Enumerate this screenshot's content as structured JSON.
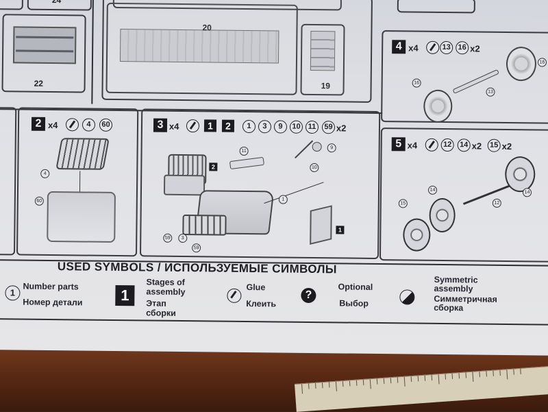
{
  "top_panels": {
    "p22": "22",
    "p20": "20",
    "p19": "19",
    "p24": "24"
  },
  "step2": {
    "badge": "2",
    "count": "x4",
    "parts": [
      "4",
      "60"
    ],
    "labels": {
      "lid": "4",
      "base": "60"
    }
  },
  "step3": {
    "badge": "3",
    "count": "x4",
    "stages": [
      "1",
      "2"
    ],
    "parts": [
      "1",
      "3",
      "9",
      "10",
      "11",
      "59"
    ],
    "mult": "x2",
    "labels": {
      "l11": "11",
      "l9": "9",
      "l10": "10",
      "l1": "1",
      "l59a": "59",
      "l3": "3",
      "l59b": "59",
      "stage2": "2",
      "stage1": "1"
    }
  },
  "step4": {
    "badge": "4",
    "count": "x4",
    "parts": [
      "13",
      "16"
    ],
    "mult": "x2",
    "labels": {
      "l16a": "16",
      "l16b": "16",
      "l13": "13"
    }
  },
  "step5": {
    "badge": "5",
    "count": "x4",
    "p12": "12",
    "p14": "14",
    "m14": "x2",
    "p15": "15",
    "m15": "x2",
    "labels": {
      "l14a": "14",
      "l14b": "14",
      "l15": "15",
      "l12": "12"
    }
  },
  "legend": {
    "title": "USED SYMBOLS / ИСПОЛЬЗУЕМЫЕ СИМВОЛЫ",
    "number_parts": {
      "symbol": "1",
      "en": "Number parts",
      "ru": "Номер детали"
    },
    "stages": {
      "symbol": "1",
      "en1": "Stages of",
      "en2": "assembly",
      "ru1": "Этап",
      "ru2": "сборки"
    },
    "glue": {
      "en": "Glue",
      "ru": "Клеить"
    },
    "optional": {
      "symbol": "?",
      "en": "Optional",
      "ru": "Выбор"
    },
    "symmetric": {
      "en1": "Symmetric",
      "en2": "assembly",
      "ru1": "Симметричная",
      "ru2": "сборка"
    }
  }
}
